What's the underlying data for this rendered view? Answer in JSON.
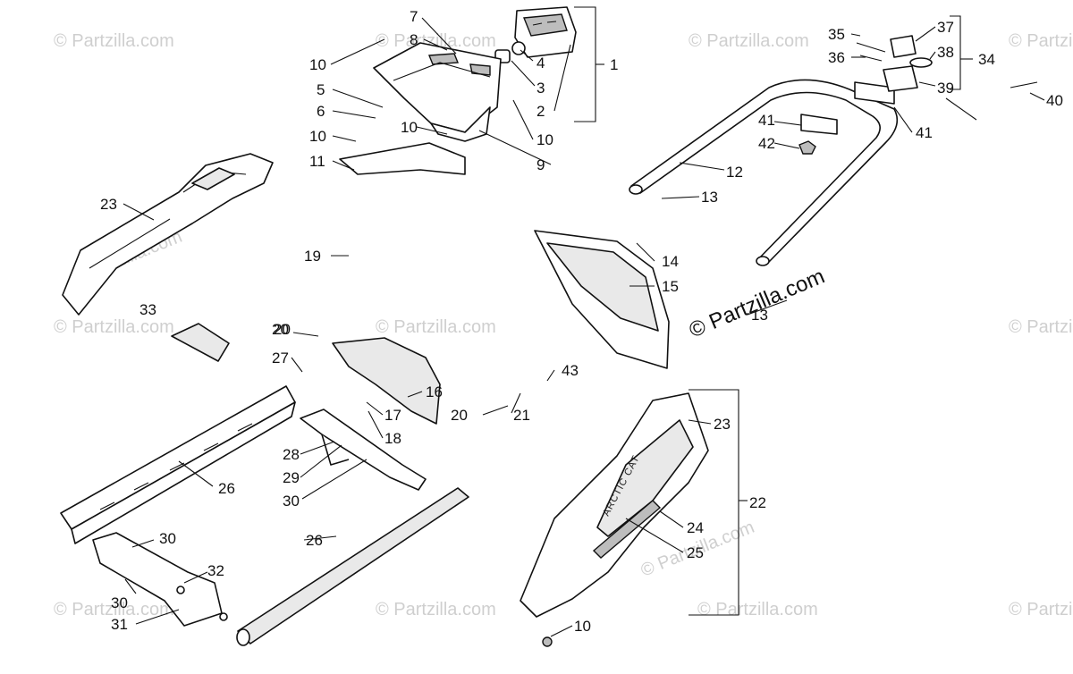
{
  "diagram": {
    "watermark_text": "© Partzilla.com",
    "brand_text": "© Partzilla.com",
    "logo_text": "ARCTIC CAT",
    "callouts": [
      "1",
      "2",
      "3",
      "4",
      "5",
      "6",
      "7",
      "8",
      "9",
      "10",
      "11",
      "12",
      "13",
      "14",
      "15",
      "16",
      "17",
      "18",
      "19",
      "20",
      "21",
      "22",
      "23",
      "24",
      "25",
      "26",
      "27",
      "28",
      "29",
      "30",
      "31",
      "32",
      "33",
      "34",
      "35",
      "36",
      "37",
      "38",
      "39",
      "40",
      "41",
      "42",
      "43"
    ],
    "colors": {
      "line": "#111111",
      "watermark": "#cfcfcf",
      "background": "#ffffff"
    }
  }
}
